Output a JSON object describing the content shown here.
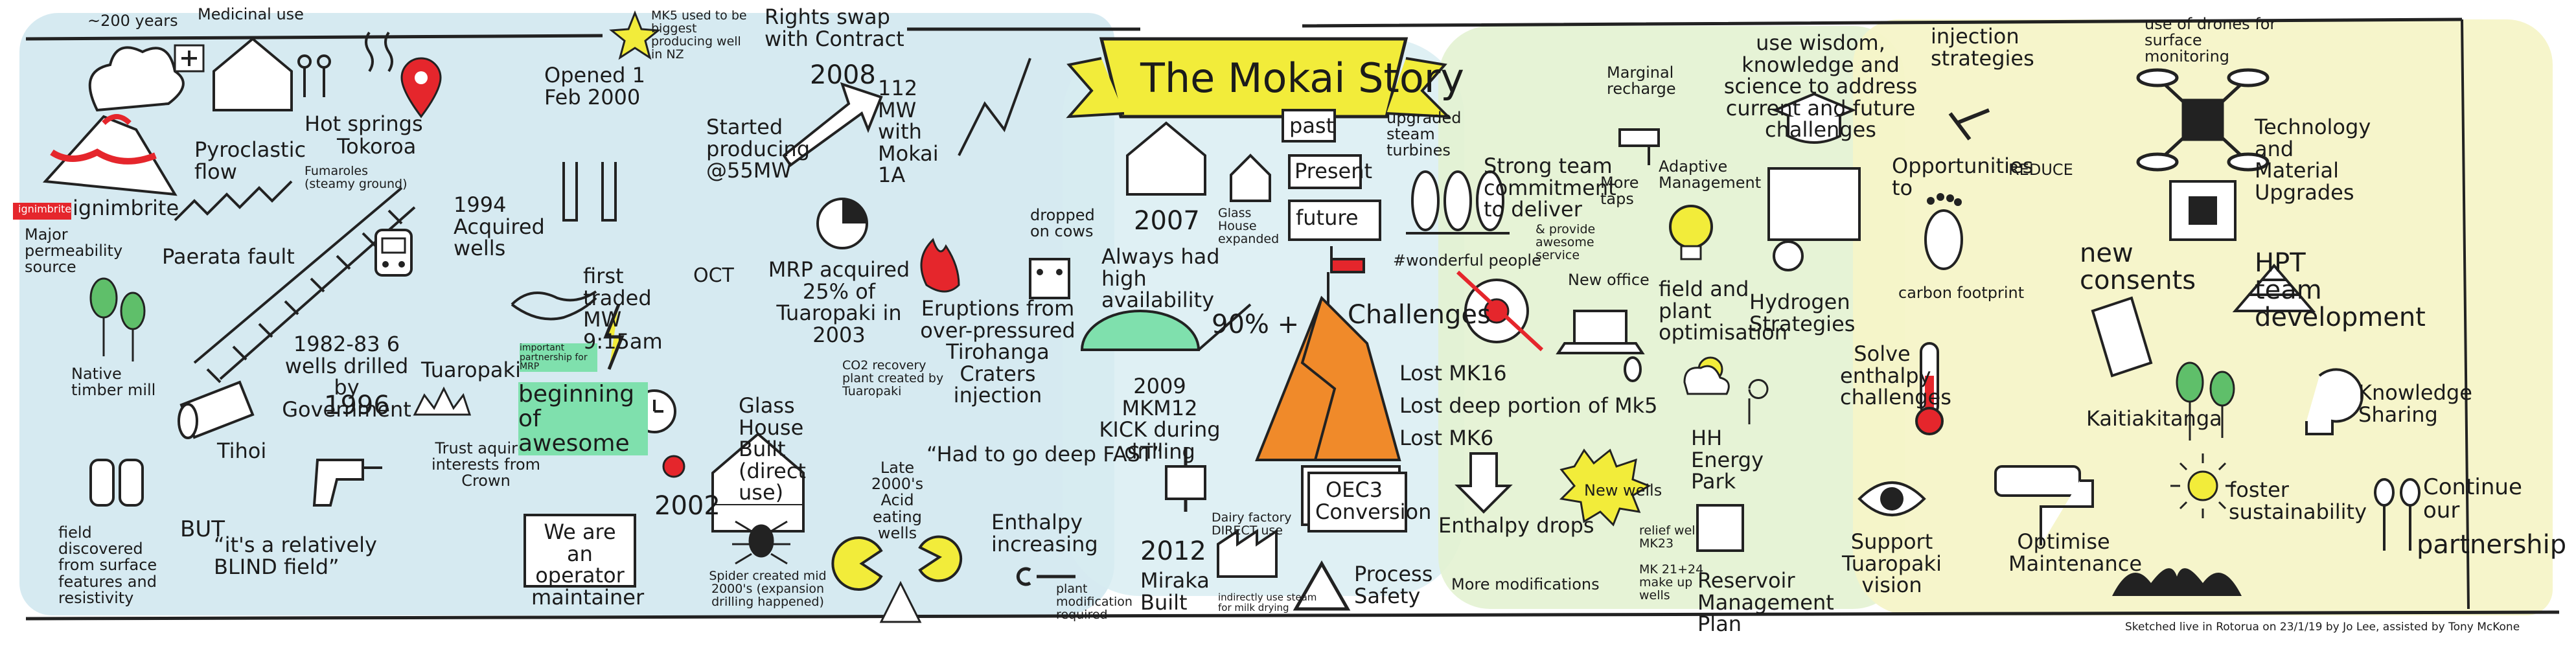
{
  "banner": {
    "title": "The Mokai Story"
  },
  "colors": {
    "banner_yellow": "#f2ec3a",
    "wash_blue": "#cfe6ee",
    "wash_yellow": "#f5f4c8",
    "wash_green": "#d8efcf",
    "flame_orange": "#f08a2a",
    "accent_red": "#e5262c",
    "leaf_green": "#5fbf6a",
    "mint": "#7fe0ad"
  },
  "icons": [
    "volcano-icon",
    "house-icon",
    "hot-spring-icon",
    "map-pin-icon",
    "railway-icon",
    "train-icon",
    "tree-icon",
    "log-icon",
    "binoculars-icon",
    "drill-icon",
    "handshake-icon",
    "lightning-icon",
    "alarm-clock-icon",
    "apple-icon",
    "pie-chart-icon",
    "flame-icon",
    "cow-icon",
    "dome-icon",
    "mountain-icon",
    "signpost-icon",
    "flag-icon",
    "people-icon",
    "target-icon",
    "laptop-icon",
    "tap-icon",
    "lightbulb-icon",
    "drone-icon",
    "graduation-cap-icon",
    "footprint-icon",
    "thermometer-icon",
    "eye-icon",
    "paint-roller-icon",
    "sun-icon",
    "mustache-icon"
  ],
  "s1": {
    "years_200": "~200 years",
    "medicinal_use": "Medicinal use",
    "hot_springs": "Hot springs",
    "tokoroa": "Tokoroa",
    "pyroclastic_flow": "Pyroclastic flow",
    "fumaroles": "Fumaroles (steamy ground)",
    "ignimbrite_label": "ignimbrite",
    "ignimbrite": "ignimbrite",
    "major_perm": "Major permeability source",
    "paerata": "Paerata fault",
    "native_timber": "Native timber mill",
    "tihoi": "Tihoi",
    "field_discovered": "field discovered from surface features and resistivity",
    "but": "BUT",
    "blind_field": "“it's a relatively BLIND field”",
    "wells_1982": "1982-83 6 wells drilled by Government",
    "y1996": "1996",
    "tuaropaki": "Tuaropaki",
    "trust": "Trust aquired interests from Crown",
    "y1994": "1994 Acquired wells",
    "important": "important partnership for MRP",
    "beginning": "beginning of awesome"
  },
  "s2": {
    "opened": "Opened 1 Feb 2000",
    "started": "Started producing @55MW",
    "first_traded": "first traded MW 9:15am",
    "oct_label": "OCT",
    "oct_date": "Oct",
    "mk5": "MK5 used to be biggest producing well in NZ",
    "rights_swap": "Rights swap with Contract",
    "y2008": "2008",
    "mw112": "112 MW with Mokai 1A",
    "mrp_acquired": "MRP acquired 25% of Tuaropaki in 2003",
    "co2": "CO2 recovery plant created by Tuaropaki",
    "glass_house_built": "Glass House Built (direct use)",
    "y2002": "2002",
    "operator": "We are an operator maintainer",
    "spider": "Spider created mid 2000's (expansion drilling happened)",
    "late_2000s": "Late 2000's Acid eating wells",
    "eruptions": "Eruptions from over-pressured Tirohanga Craters injection",
    "go_deep": "“Had to go deep FAST”",
    "dropped_cows": "dropped on cows",
    "enthalpy_inc": "Enthalpy increasing",
    "plant_mod": "plant modification required"
  },
  "s3": {
    "y2007": "2007",
    "glass_expanded": "Glass House expanded",
    "availability": "Always had high availability",
    "pct": "90% +",
    "kick": "2009 MKM12 KICK during drilling",
    "y2012": "2012",
    "miraka": "Miraka Built",
    "dairy": "Dairy factory DIRECT use",
    "indirect": "indirectly use steam for milk drying",
    "process_safety": "Process Safety",
    "past": "past",
    "present": "Present",
    "future": "future",
    "challenges": "Challenges",
    "upgraded": "upgraded steam turbines",
    "wonderful": "#wonderful people",
    "lost_mk16": "Lost MK16",
    "lost_deep": "Lost deep portion of Mk5",
    "lost_mk6": "Lost MK6",
    "oec3": "OEC3 Conversion",
    "enthalpy_drops": "Enthalpy drops",
    "more_mods": "More modifications"
  },
  "s4": {
    "marginal": "Marginal recharge",
    "more_taps": "More taps",
    "strong_team": "Strong team commitment to deliver",
    "provide": "& provide awesome service",
    "new_office": "New office",
    "adaptive": "Adaptive Management",
    "field_opt": "field and plant optimisation",
    "hh_park": "HH Energy Park",
    "new_wells": "New wells",
    "relief": "relief well MK23",
    "mk2124": "MK 21+24 make up wells",
    "reservoir": "Reservoir Management Plan",
    "wisdom": "use wisdom, knowledge and science to address current and future challenges",
    "hydrogen": "Hydrogen Strategies",
    "solve": "Solve enthalpy challenges",
    "support": "Support Tuaropaki vision",
    "injection": "injection strategies",
    "opportunities": "Opportunities to",
    "reduce": "REDUCE",
    "carbon": "carbon footprint",
    "optimise": "Optimise Maintenance"
  },
  "s5": {
    "drones": "use of drones for surface monitoring",
    "tech": "Technology and Material Upgrades",
    "consents": "new consents",
    "hpt": "HPT team development",
    "kaitiaki": "Kaitiakitanga",
    "knowledge": "Knowledge Sharing",
    "foster": "foster sustainability",
    "continue": "Continue our",
    "partnership": "partnership",
    "credit": "Sketched live in Rotorua on 23/1/19 by Jo Lee, assisted by Tony McKone"
  }
}
